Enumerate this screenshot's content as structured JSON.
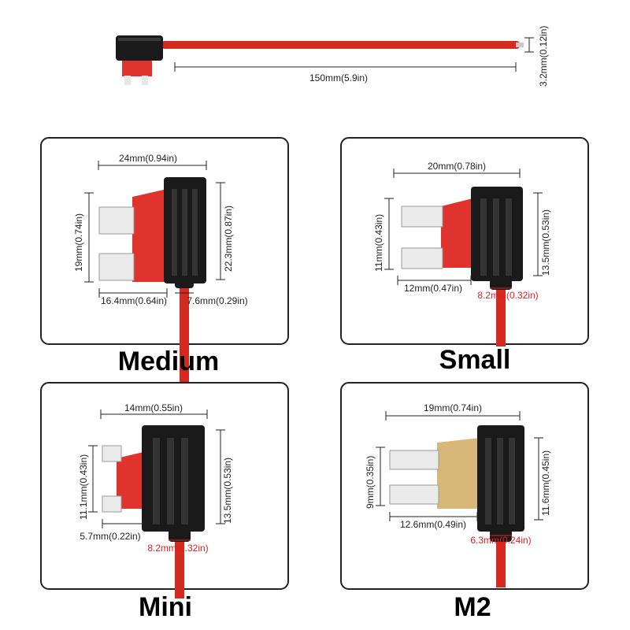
{
  "top": {
    "length_label": "150mm(5.9in)",
    "diameter_label": "3.2mm(0.12in)"
  },
  "panels": {
    "medium": {
      "title": "Medium",
      "width": "24mm(0.94in)",
      "left_height": "19mm(0.74in)",
      "right_height": "22.3mm(0.87in)",
      "blade_len": "16.4mm(0.64in)",
      "body_thick": "7.6mm(0.29in)",
      "fuse_color": "#e0332e"
    },
    "small": {
      "title": "Small",
      "width": "20mm(0.78in)",
      "left_height": "11mm(0.43in)",
      "right_height": "13.5mm(0.53in)",
      "blade_len": "12mm(0.47in)",
      "body_thick": "8.2mm(0.32in)",
      "fuse_color": "#e0332e"
    },
    "mini": {
      "title": "Mini",
      "width": "14mm(0.55in)",
      "left_height": "11.1mm(0.43in)",
      "right_height": "13.5mm(0.53in)",
      "blade_len": "5.7mm(0.22in)",
      "body_thick": "8.2mm(0.32in)",
      "fuse_color": "#e0332e"
    },
    "m2": {
      "title": "M2",
      "width": "19mm(0.74in)",
      "left_height": "9mm(0.35in)",
      "right_height": "11.6mm(0.45in)",
      "blade_len": "12.6mm(0.49in)",
      "body_thick": "6.3mm(0.24in)",
      "fuse_color": "#d8b878"
    }
  }
}
